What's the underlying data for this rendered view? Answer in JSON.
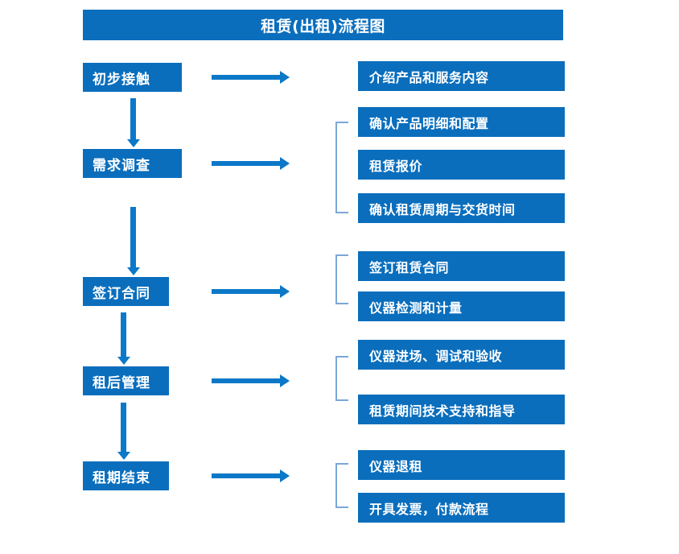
{
  "title": "租赁(出租)流程图",
  "accent_color": "#0a6ebd",
  "arrow_color": "#0c78c8",
  "bracket_color": "#7ba7d7",
  "stages": [
    {
      "label": "初步接触"
    },
    {
      "label": "需求调查"
    },
    {
      "label": "签订合同"
    },
    {
      "label": "租后管理"
    },
    {
      "label": "租期结束"
    }
  ],
  "details": [
    {
      "label": "介绍产品和服务内容"
    },
    {
      "label": "确认产品明细和配置"
    },
    {
      "label": "租赁报价"
    },
    {
      "label": "确认租赁周期与交货时间"
    },
    {
      "label": "签订租赁合同"
    },
    {
      "label": "仪器检测和计量"
    },
    {
      "label": "仪器进场、调试和验收"
    },
    {
      "label": "租赁期间技术支持和指导"
    },
    {
      "label": "仪器退租"
    },
    {
      "label": "开具发票，付款流程"
    }
  ]
}
